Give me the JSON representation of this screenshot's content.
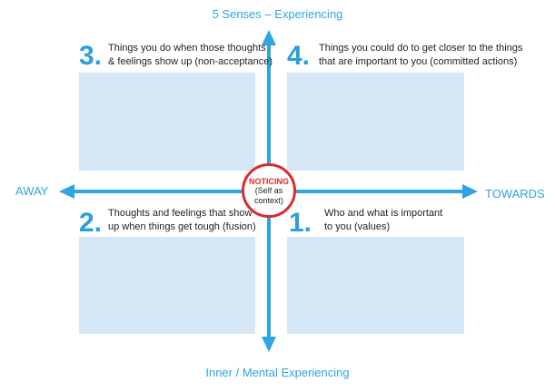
{
  "axes": {
    "top": "5 Senses – Experiencing",
    "bottom": "Inner / Mental Experiencing",
    "left": "AWAY",
    "right": "TOWARDS"
  },
  "center": {
    "title": "NOTICING",
    "subtitle_line1": "(Self as",
    "subtitle_line2": "context)"
  },
  "quadrants": [
    {
      "number": "1.",
      "line1": "Who and what is important",
      "line2": "to you (values)"
    },
    {
      "number": "2.",
      "line1": "Thoughts and feelings that show",
      "line2": "up when things get tough (fusion)"
    },
    {
      "number": "3.",
      "line1": "Things you do when those thoughts",
      "line2": "& feelings show up (non-acceptance)"
    },
    {
      "number": "4.",
      "line1": "Things you could do to get closer to the things",
      "line2": "that are important to you (committed actions)"
    }
  ],
  "colors": {
    "axis": "#2fa4e0",
    "box": "#d5e6f5",
    "number": "#2a9fdd",
    "circle": "#d92c2c"
  }
}
